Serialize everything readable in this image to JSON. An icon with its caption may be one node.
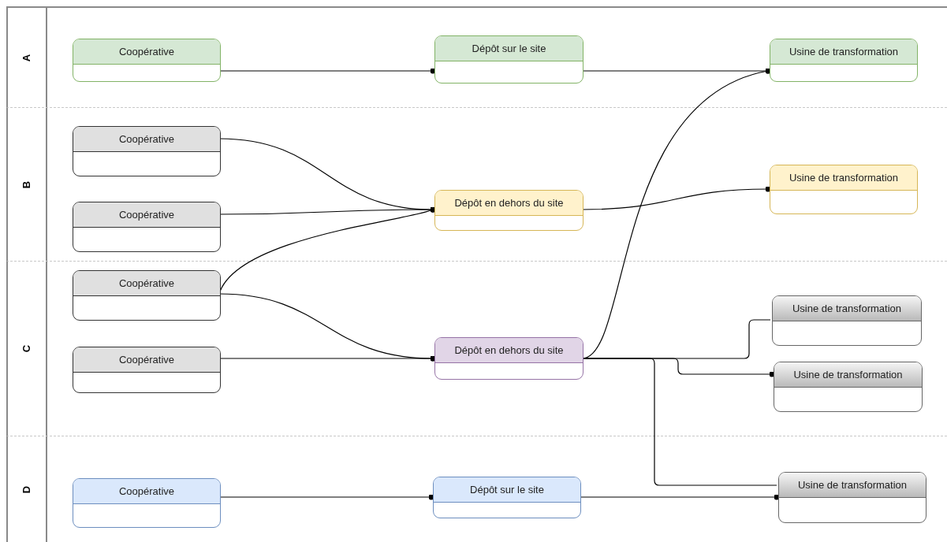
{
  "diagram": {
    "nodes": [
      {
        "text": [
          "A"
        ]
      },
      {
        "text": [
          "Coopérative"
        ],
        "in": 0
      },
      {
        "text": [
          "Dépôt sur le site"
        ],
        "in": 0
      },
      {
        "text": [
          "Usine de transformation"
        ],
        "in": 0
      },
      {
        "text": [
          "B"
        ]
      },
      {
        "text": [
          "Coopérative"
        ],
        "in": 4
      },
      {
        "text": [
          "Coopérative"
        ],
        "in": 4
      },
      {
        "text": [
          "Dépôt en dehors du site"
        ],
        "in": 4
      },
      {
        "text": [
          "Usine de transformation"
        ],
        "in": 4
      },
      {
        "text": [
          "C"
        ]
      },
      {
        "text": [
          "Coopérative"
        ],
        "in": 9
      },
      {
        "text": [
          "Coopérative"
        ],
        "in": 9
      },
      {
        "text": [
          "Dépôt en dehors du site"
        ],
        "in": 9
      },
      {
        "text": [
          "Usine de transformation"
        ],
        "in": 9
      },
      {
        "text": [
          "Usine de transformation"
        ],
        "in": 9
      },
      {
        "text": [
          "D"
        ]
      },
      {
        "text": [
          "Coopérative"
        ],
        "in": 15
      },
      {
        "text": [
          "Dépôt sur le site"
        ],
        "in": 15
      },
      {
        "text": [
          "Usine de transformation"
        ],
        "in": 15
      }
    ],
    "edges": [
      {
        "from": 1,
        "to": 2,
        "arrow": "other"
      },
      {
        "from": 2,
        "to": 3,
        "arrow": "other"
      },
      {
        "from": 5,
        "to": 7,
        "arrow": "other"
      },
      {
        "from": 6,
        "to": 7,
        "arrow": "other"
      },
      {
        "from": 10,
        "to": 7,
        "arrow": "other"
      },
      {
        "from": 7,
        "to": 8,
        "arrow": "other"
      },
      {
        "from": 10,
        "to": 12,
        "arrow": "other"
      },
      {
        "from": 11,
        "to": 12,
        "arrow": "other"
      },
      {
        "from": 12,
        "to": 3,
        "arrow": "other"
      },
      {
        "from": 12,
        "to": 13,
        "arrow": "none"
      },
      {
        "from": 12,
        "to": 14,
        "arrow": "other"
      },
      {
        "from": 12,
        "to": 18,
        "arrow": "none"
      },
      {
        "from": 16,
        "to": 17,
        "arrow": "other"
      },
      {
        "from": 17,
        "to": 18,
        "arrow": "other"
      }
    ]
  }
}
